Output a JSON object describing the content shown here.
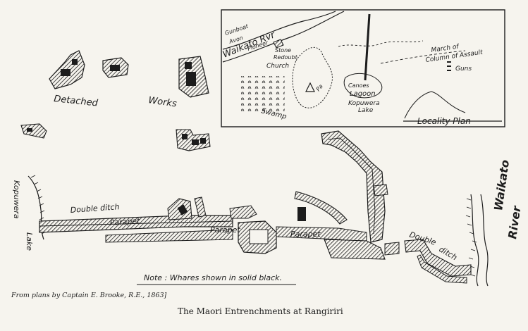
{
  "map": {
    "main_labels": {
      "detached": "Detached",
      "works": "Works",
      "kopuwera_lake": "Kopuwera",
      "lake": "Lake",
      "double_ditch_west": "Double ditch",
      "parapet_1": "Parapet",
      "parapet_2": "Parapet",
      "parapet_3": "Parapet",
      "double_ditch_east_1": "Double",
      "double_ditch_east_2": "ditch",
      "waikato_river_1": "Waikato",
      "waikato_river_2": "River"
    },
    "inset": {
      "gunboat": "Gunboat",
      "avon": "Avon",
      "pioneer": "Pioneer",
      "waikato_rvr": "Waikato Rvr",
      "stone_redoubt_1": "Stone",
      "stone_redoubt_2": "Redoubt",
      "church": "Church",
      "march_1": "March of",
      "march_2": "Column of Assault",
      "guns": "Guns",
      "canoes": "Canoes",
      "lagoon": "Lagoon",
      "kopuwera_1": "Kopuwera",
      "kopuwera_2": "Lake",
      "swamp": "Swamp",
      "pa": "Pa",
      "locality_plan": "Locality Plan"
    },
    "note": "Note : Whares shown in solid black.",
    "credit": "From plans by Captain E. Brooke, R.E., 1863]",
    "title": "The Maori Entrenchments at Rangiriri"
  }
}
